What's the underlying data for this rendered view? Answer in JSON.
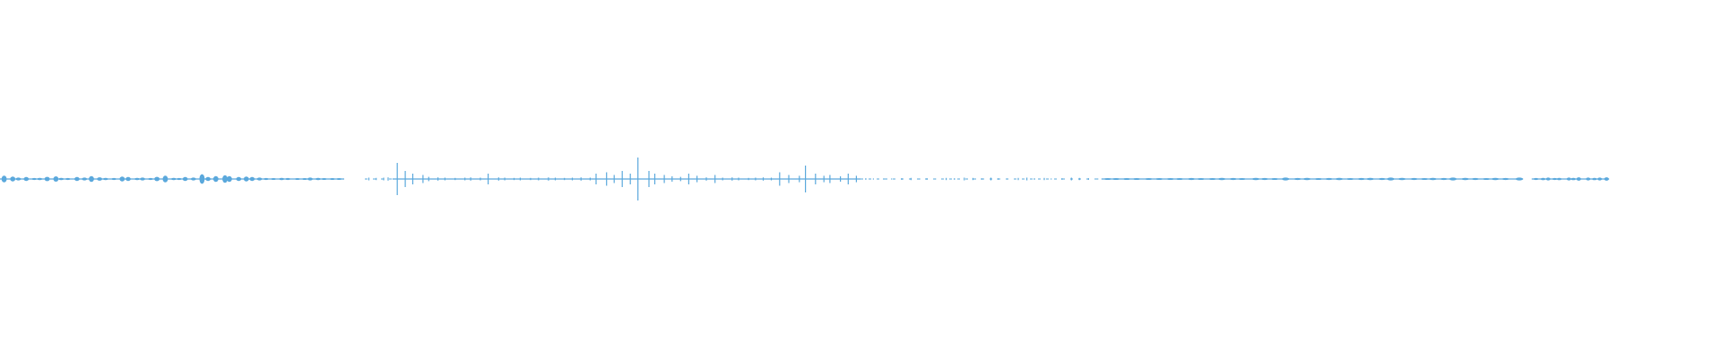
{
  "waveform": {
    "color": "#5aa8dc",
    "baseline_color": "#5aa8dc",
    "peak_scale": 1.0,
    "segments": [
      {
        "start": 0.0,
        "end": 0.2,
        "style": "dense",
        "peaks": [
          0.35,
          0.25,
          0.15,
          0.2,
          0.1,
          0.12,
          0.22,
          0.28,
          0.12,
          0.1,
          0.2,
          0.15,
          0.3,
          0.18,
          0.12,
          0.1,
          0.25,
          0.2,
          0.12,
          0.15,
          0.1,
          0.22,
          0.35,
          0.12,
          0.1,
          0.2,
          0.15,
          0.5,
          0.2,
          0.3,
          0.4,
          0.3,
          0.2,
          0.25,
          0.2,
          0.15,
          0.1,
          0.08,
          0.12,
          0.1,
          0.08,
          0.06,
          0.15,
          0.12,
          0.06,
          0.05,
          0.04
        ]
      },
      {
        "start": 0.212,
        "end": 0.228,
        "style": "sparse",
        "peaks": [
          0.05,
          0.04,
          0.05,
          0.06
        ]
      },
      {
        "start": 0.228,
        "end": 0.5,
        "style": "spiky",
        "peaks": [
          0.6,
          0.3,
          0.2,
          0.15,
          0.08,
          0.06,
          0.05,
          0.04,
          0.05,
          0.06,
          0.05,
          0.2,
          0.06,
          0.05,
          0.04,
          0.05,
          0.04,
          0.05,
          0.06,
          0.05,
          0.04,
          0.05,
          0.06,
          0.05,
          0.2,
          0.25,
          0.15,
          0.3,
          0.2,
          0.8,
          0.3,
          0.2,
          0.15,
          0.1,
          0.08,
          0.2,
          0.12,
          0.06,
          0.15,
          0.05,
          0.06,
          0.05,
          0.04,
          0.05,
          0.06,
          0.05,
          0.25,
          0.15,
          0.12,
          0.5,
          0.2,
          0.12,
          0.15,
          0.1,
          0.2,
          0.12
        ]
      },
      {
        "start": 0.5,
        "end": 0.64,
        "style": "sparse",
        "peaks": [
          0.03,
          0.02,
          0.03,
          0.02,
          0.03,
          0.04,
          0.02,
          0.03,
          0.02,
          0.04,
          0.03,
          0.05,
          0.04,
          0.03,
          0.05,
          0.03,
          0.02,
          0.04,
          0.05,
          0.03,
          0.04,
          0.02,
          0.03,
          0.05,
          0.04,
          0.03,
          0.02
        ]
      },
      {
        "start": 0.64,
        "end": 0.885,
        "style": "dense",
        "peaks": [
          0.06,
          0.04,
          0.05,
          0.06,
          0.05,
          0.08,
          0.06,
          0.05,
          0.1,
          0.08,
          0.06,
          0.12,
          0.1,
          0.08,
          0.12,
          0.1,
          0.08,
          0.15,
          0.1,
          0.12,
          0.08,
          0.1,
          0.12,
          0.08,
          0.1,
          0.12,
          0.1,
          0.15,
          0.12,
          0.1,
          0.08,
          0.12,
          0.1,
          0.15,
          0.12,
          0.1,
          0.08,
          0.12,
          0.1,
          0.15
        ]
      },
      {
        "start": 0.89,
        "end": 0.935,
        "style": "dense",
        "peaks": [
          0.1,
          0.12,
          0.15,
          0.1,
          0.12,
          0.15,
          0.12,
          0.18,
          0.15,
          0.12,
          0.15,
          0.18
        ]
      }
    ]
  }
}
